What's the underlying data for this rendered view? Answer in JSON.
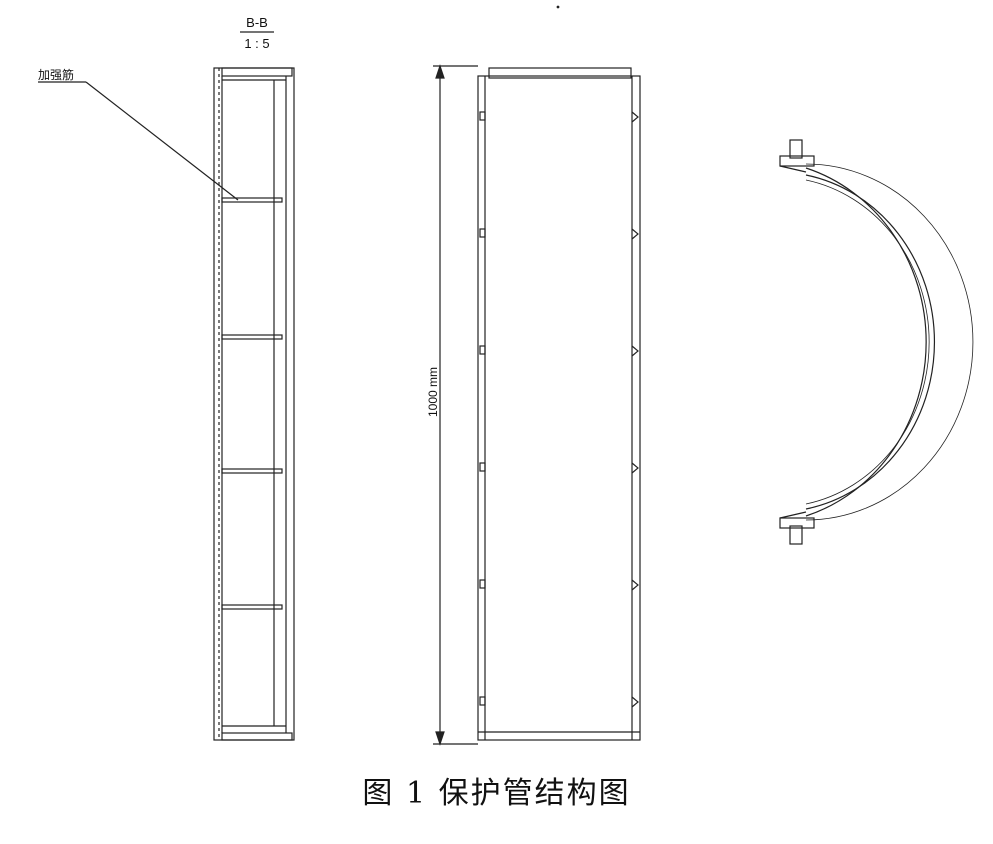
{
  "section": {
    "name": "B-B",
    "scale": "1 : 5"
  },
  "callout": {
    "label": "加强筋"
  },
  "dimension": {
    "label": "1000 mm"
  },
  "caption": "图 1  保护管结构图"
}
